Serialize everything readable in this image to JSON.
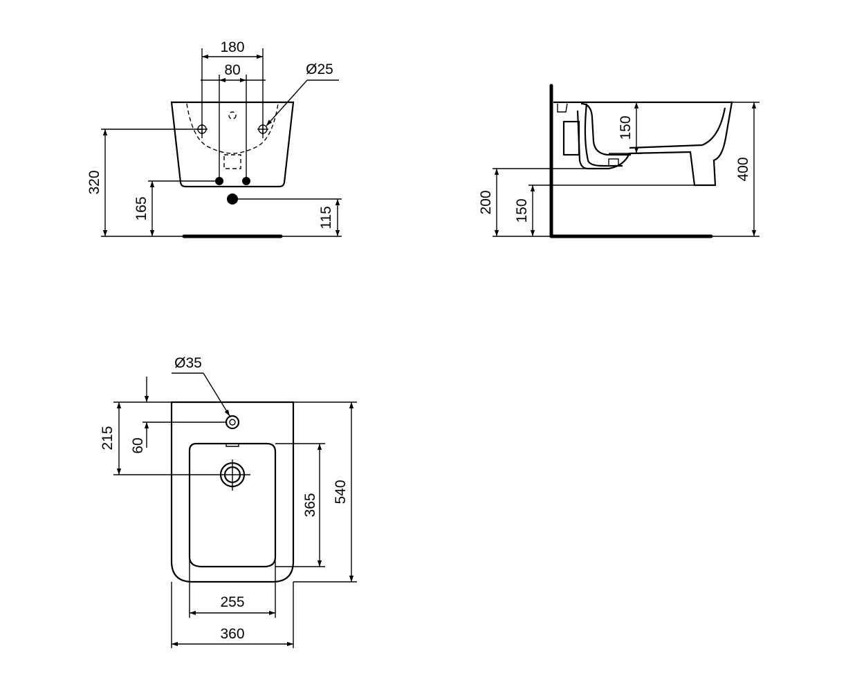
{
  "front_view": {
    "dims": {
      "width_outer": "180",
      "width_inner": "80",
      "hole_dia": "Ø25",
      "height_fix": "320",
      "height_supply": "165",
      "height_waste": "115"
    }
  },
  "side_view": {
    "dims": {
      "bowl_depth": "150",
      "total_height": "400",
      "height_a": "200",
      "height_b": "150"
    }
  },
  "top_view": {
    "dims": {
      "tap_hole_dia": "Ø35",
      "offset_total": "215",
      "offset_tap": "60",
      "bowl_length": "365",
      "total_length": "540",
      "bowl_width": "255",
      "total_width": "360"
    }
  },
  "colors": {
    "line": "#000000",
    "background": "#ffffff"
  }
}
